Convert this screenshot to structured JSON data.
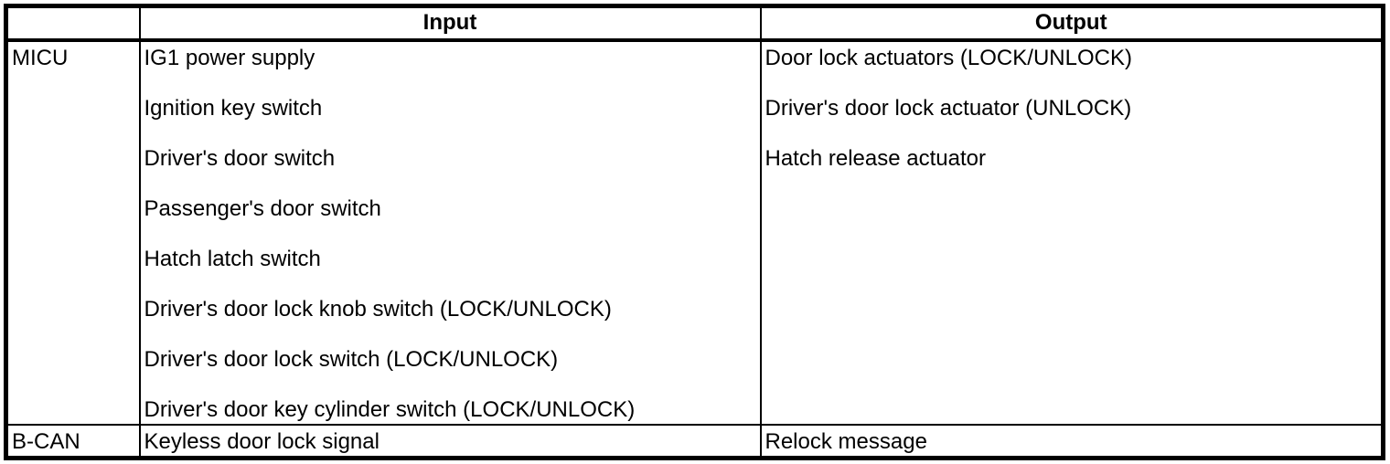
{
  "table": {
    "header": {
      "source_label": "",
      "input_label": "Input",
      "output_label": "Output"
    },
    "rows": [
      {
        "source": "MICU",
        "inputs": [
          "IG1 power supply",
          "Ignition key switch",
          "Driver's door switch",
          "Passenger's door switch",
          "Hatch latch switch",
          "Driver's door lock knob switch (LOCK/UNLOCK)",
          "Driver's door lock switch (LOCK/UNLOCK)",
          "Driver's door key cylinder switch (LOCK/UNLOCK)"
        ],
        "outputs": [
          "Door lock actuators (LOCK/UNLOCK)",
          "Driver's door lock actuator (UNLOCK)",
          "Hatch release actuator"
        ]
      },
      {
        "source": "B-CAN",
        "inputs": [
          "Keyless door lock signal"
        ],
        "outputs": [
          "Relock message"
        ]
      }
    ]
  },
  "colors": {
    "border": "#000000",
    "background": "#ffffff",
    "text": "#000000"
  }
}
